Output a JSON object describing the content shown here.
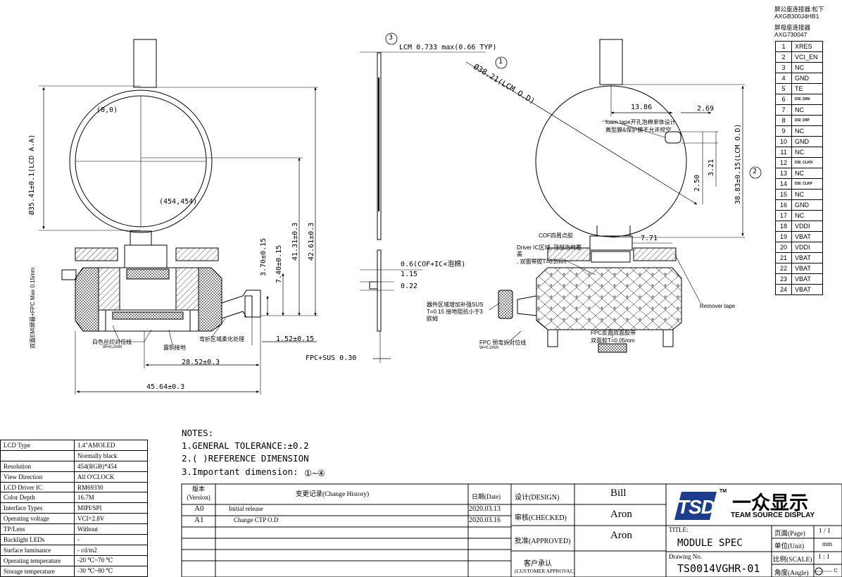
{
  "connector": {
    "male_label": "屏公座连接器:松下",
    "male_part": "AXGB300J4HB1",
    "female_label": "屏母座连接器",
    "female_part": "AXG730047"
  },
  "pins": [
    {
      "no": "1",
      "name": "XRES"
    },
    {
      "no": "2",
      "name": "VCI_EN"
    },
    {
      "no": "3",
      "name": "NC"
    },
    {
      "no": "4",
      "name": "GND"
    },
    {
      "no": "5",
      "name": "TE"
    },
    {
      "no": "6",
      "name": "DSI_D0N"
    },
    {
      "no": "7",
      "name": "NC"
    },
    {
      "no": "8",
      "name": "DSI_D0P"
    },
    {
      "no": "9",
      "name": "NC"
    },
    {
      "no": "10",
      "name": "GND"
    },
    {
      "no": "11",
      "name": "NC"
    },
    {
      "no": "12",
      "name": "DSI_CLKN"
    },
    {
      "no": "13",
      "name": "NC"
    },
    {
      "no": "14",
      "name": "DSI_CLKP"
    },
    {
      "no": "15",
      "name": "NC"
    },
    {
      "no": "16",
      "name": "GND"
    },
    {
      "no": "17",
      "name": "NC"
    },
    {
      "no": "18",
      "name": "VDDI"
    },
    {
      "no": "19",
      "name": "VBAT"
    },
    {
      "no": "20",
      "name": "VDDI"
    },
    {
      "no": "21",
      "name": "VBAT"
    },
    {
      "no": "22",
      "name": "VBAT"
    },
    {
      "no": "23",
      "name": "VBAT"
    },
    {
      "no": "24",
      "name": "VBAT"
    }
  ],
  "front_view": {
    "origin": "(0,0)",
    "end_point": "(454,454)",
    "aa_dim": "Ø35.41±0.1(LCD A.A)",
    "h_dim_1": "3.70±0.15",
    "h_dim_2": "7.40±0.15",
    "h_dim_3": "41.31±0.3",
    "h_dim_4": "42.61±0.3",
    "w_dim_1": "1.52±0.15",
    "w_dim_2": "28.52±0.3",
    "w_dim_3": "45.64±0.3",
    "left_note": "双面EMI屏蔽+FPC Max 0.15mm",
    "note_white_line": "白色丝印对位线",
    "note_white_line_w": "W=0.2mm",
    "note_copper": "露铜接地",
    "note_bend": "弯折区域柔化处理"
  },
  "side_view": {
    "marker": "3",
    "lcm_thickness": "LCM 0.733 max(0.66 TYP)",
    "d1": "0.6(COF+IC+泡棉)",
    "d2": "1.15",
    "d3": "0.22",
    "fpc_sus": "FPC+SUS 0.30"
  },
  "back_view": {
    "marker1": "1",
    "marker2": "2",
    "od_dim": "Ø38.21(LCM O.D)",
    "od_h_dim": "38.83±0.15(LCM O.D)",
    "d_13_86": "13.86",
    "d_2_69": "2.69",
    "d_2_50": "2.50",
    "d_3_21": "3.21",
    "d_7_71": "7.71",
    "foam_note_1": "foam tape开孔泡棉单体设计",
    "foam_note_2": "离型膜&保护膜不允许挖空",
    "cof_note": "COF四周点胶",
    "driver_note_1": "Driver IC区域, 顶部泡棉覆",
    "driver_note_2": "盖",
    "driver_note_3": ", 双面带胶T=0.2mm",
    "sus_note_1": "器件区域增加补强SUS",
    "sus_note_2": "T=0.15  接地阻抗小于3",
    "sus_note_3": "欧姆",
    "fpc_note_1": "FPC  预弯折对位线",
    "fpc_note_2": "W=0.2mm",
    "tape_note_1": "FPC反面双面胶带",
    "tape_note_2": "双面胶T=0.05mm",
    "remover": "Remover tape"
  },
  "specs": [
    {
      "label": "LCD Type",
      "value": "1.4\"AMOLED"
    },
    {
      "label": "",
      "value": "Normally black"
    },
    {
      "label": "Resolution",
      "value": "454(RGB)*454"
    },
    {
      "label": "View Direction",
      "value": "All  O'CLOCK"
    },
    {
      "label": "LCD Driver IC",
      "value": "RM69330"
    },
    {
      "label": "Color Depth",
      "value": "16.7M"
    },
    {
      "label": "Interface Types",
      "value": "MIPI/SPI"
    },
    {
      "label": "Operating voltage",
      "value": "VCI=2.8V"
    },
    {
      "label": "TP/Lens",
      "value": "Without"
    },
    {
      "label": "Backlight LEDs",
      "value": "-"
    },
    {
      "label": "Surface luminance",
      "value": "- cd/m2"
    },
    {
      "label": "Operating temperature",
      "value": "-20 ℃~70 ℃"
    },
    {
      "label": "Storage temperature",
      "value": "-30 ℃~80 ℃"
    }
  ],
  "notes": {
    "heading": "NOTES:",
    "n1": "1.GENERAL TOLERANCE:±0.2",
    "n2": "2.(  )REFERENCE DIMENSION",
    "n3": "3.Important dimension:",
    "n3_range": "①~④"
  },
  "history": {
    "col_version": "版本",
    "col_version_en": "(Version)",
    "col_change": "变更记录(Change History)",
    "col_date": "日期(Date)",
    "rows": [
      {
        "version": "A0",
        "change": "Initial release",
        "date": "2020.03.13"
      },
      {
        "version": "A1",
        "change": "Change CTP O.D",
        "date": "2020.03.16"
      }
    ]
  },
  "approval": {
    "design_label": "设计(DESIGN)",
    "design_name": "Bill",
    "checked_label": "审核(CHECKED)",
    "checked_name": "Aron",
    "approved_label": "批准(APPROVED)",
    "approved_name": "Aron",
    "customer_label": "客户承认",
    "customer_label_en": "(CUSTOMER APPROVAL)"
  },
  "title_block": {
    "logo_mark": "TSD",
    "logo_tm": "TM",
    "company_cn": "一众显示",
    "company_en": "TEAM SOURCE DISPLAY",
    "title_label": "TITLE:",
    "title_value": "MODULE SPEC",
    "drawing_label": "Drawing No.",
    "drawing_value": "TS0014VGHR-01",
    "page_label": "页面(Page)",
    "page_value": "1 / 1",
    "unit_label": "单位(Unit)",
    "unit_value": "mm",
    "scale_label": "比例(SCALE)",
    "scale_value": "1 : 1",
    "angle_label": "角度(Angle)"
  }
}
